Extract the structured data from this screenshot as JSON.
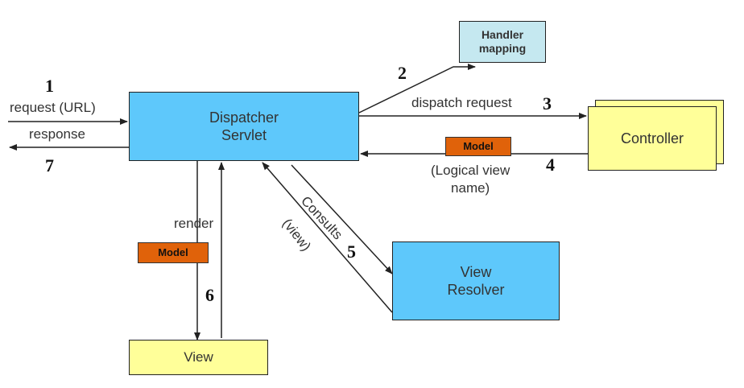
{
  "nodes": {
    "dispatcher": "Dispatcher\nServlet",
    "handler_mapping": "Handler\nmapping",
    "controller": "Controller",
    "view_resolver": "View\nResolver",
    "view": "View",
    "model_right": "Model",
    "model_left": "Model"
  },
  "labels": {
    "request": "request (URL)",
    "response": "response",
    "dispatch_request": "dispatch request",
    "logical_view": "(Logical view\nname)",
    "consults": "Consults",
    "view_paren": "(view)",
    "render": "render"
  },
  "steps": {
    "s1": "1",
    "s2": "2",
    "s3": "3",
    "s4": "4",
    "s5": "5",
    "s6": "6",
    "s7": "7"
  },
  "colors": {
    "blue": "#5ec8fb",
    "yellow": "#ffff99",
    "light_blue": "#c5e8f0",
    "orange": "#e0620a"
  }
}
